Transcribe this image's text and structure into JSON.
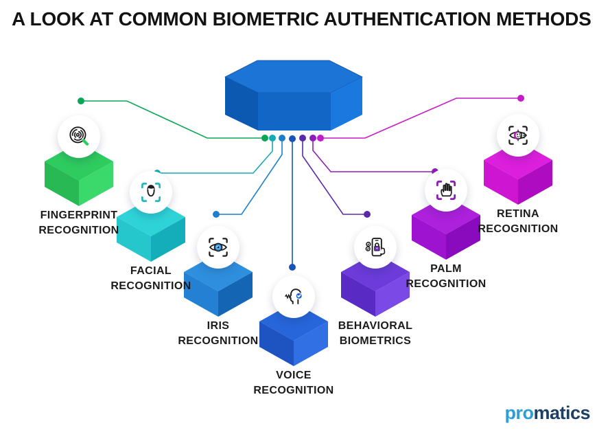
{
  "title": "A LOOK AT COMMON BIOMETRIC AUTHENTICATION METHODS",
  "hub": {
    "name": "biometric-hub-hexagon",
    "top": "#1B74D6",
    "left": "#0C59B2",
    "front": "#1166C6",
    "right": "#1B78DE",
    "edge": "#10549F"
  },
  "brand": {
    "pro": "pro",
    "matics": "matics",
    "pro_color": "#2C9FD8",
    "matics_color": "#1D3F63"
  },
  "nodes": [
    {
      "id": "fingerprint",
      "line1": "FINGERPRINT",
      "line2": "RECOGNITION",
      "icon": "fingerprint-search-icon",
      "accent": "#0AA653",
      "cube_top": "#2ECB5F",
      "cube_left": "#28B954",
      "cube_right": "#3BD96B",
      "icon_accent": "#2ECB5F"
    },
    {
      "id": "facial",
      "line1": "FACIAL",
      "line2": "RECOGNITION",
      "icon": "face-scan-icon",
      "accent": "#16AAB6",
      "cube_top": "#2ED3D8",
      "cube_left": "#26C6CD",
      "cube_right": "#14AEBB",
      "icon_accent": "#2AB6C0"
    },
    {
      "id": "iris",
      "line1": "IRIS",
      "line2": "RECOGNITION",
      "icon": "iris-scan-icon",
      "accent": "#1C7FC8",
      "cube_top": "#2E8FDE",
      "cube_left": "#2380D2",
      "cube_right": "#1565B5",
      "icon_accent": "#2E8FDE"
    },
    {
      "id": "voice",
      "line1": "VOICE",
      "line2": "RECOGNITION",
      "icon": "voice-recognition-icon",
      "accent": "#1A53B8",
      "cube_top": "#2765DB",
      "cube_left": "#1E53C2",
      "cube_right": "#3070E4",
      "icon_accent": "#2563D9"
    },
    {
      "id": "behavioral",
      "line1": "BEHAVIORAL",
      "line2": "BIOMETRICS",
      "icon": "behavioral-phone-lock-icon",
      "accent": "#5829A8",
      "cube_top": "#6C3BD9",
      "cube_left": "#5A2BC4",
      "cube_right": "#7A49E6",
      "icon_accent": "#7A2FD0"
    },
    {
      "id": "palm",
      "line1": "PALM",
      "line2": "RECOGNITION",
      "icon": "palm-scan-icon",
      "accent": "#8E1DB8",
      "cube_top": "#AD20DC",
      "cube_left": "#9D13D0",
      "cube_right": "#8A0ABE",
      "icon_accent": "#8E1DB8"
    },
    {
      "id": "retina",
      "line1": "RETINA",
      "line2": "RECOGNITION",
      "icon": "retina-scan-icon",
      "accent": "#C41BC8",
      "cube_top": "#DC1FDC",
      "cube_left": "#CE15D2",
      "cube_right": "#AE0CC0",
      "icon_accent": "#C41BC8"
    }
  ]
}
